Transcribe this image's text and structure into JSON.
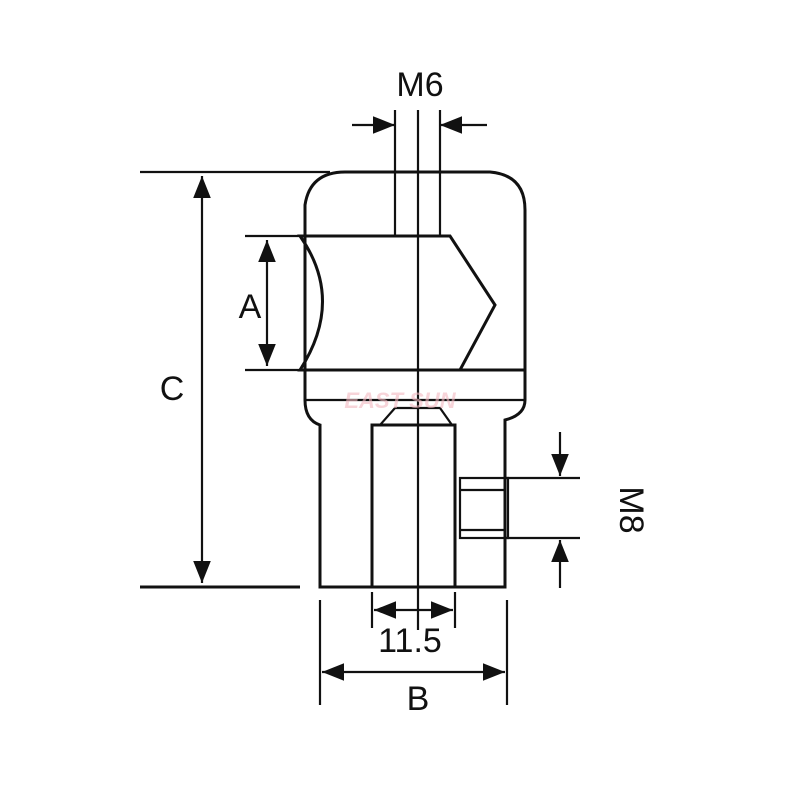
{
  "drawing": {
    "labels": {
      "m6": "M6",
      "a": "A",
      "c": "C",
      "m8": "M8",
      "d115": "11.5",
      "b": "B"
    },
    "watermark": "EAST SUN",
    "colors": {
      "line": "#111111",
      "background": "#ffffff",
      "watermark": "#f2b8c0"
    }
  }
}
